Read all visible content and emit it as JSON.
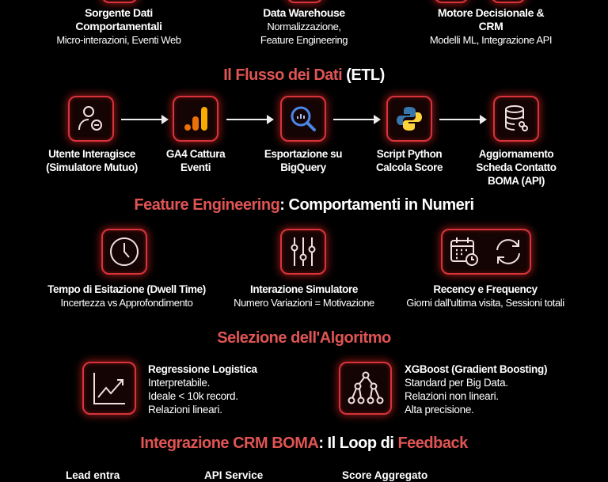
{
  "top": [
    {
      "title": "Sorgente Dati\nComportamentali",
      "title_lines": [
        "Sorgente Dati",
        "Comportamentali"
      ],
      "subtitle": [
        "Micro-interazioni, Eventi Web"
      ]
    },
    {
      "title_lines": [
        "Data Warehouse"
      ],
      "subtitle": [
        "Normalizzazione,",
        "Feature Engineering"
      ]
    },
    {
      "title_lines": [
        "Motore Decisionale &",
        "CRM"
      ],
      "subtitle": [
        "Modelli ML, Integrazione API"
      ]
    }
  ],
  "etl": {
    "title_red": "Il Flusso dei Dati",
    "title_white": "(ETL)",
    "steps": [
      {
        "icon": "user-icon",
        "label": [
          "Utente Interagisce",
          "(Simulatore Mutuo)"
        ]
      },
      {
        "icon": "ga4-analytics-icon",
        "label": [
          "GA4 Cattura",
          "Eventi"
        ]
      },
      {
        "icon": "bigquery-icon",
        "label": [
          "Esportazione su",
          "BigQuery"
        ]
      },
      {
        "icon": "python-icon",
        "label": [
          "Script Python",
          "Calcola Score"
        ]
      },
      {
        "icon": "database-link-icon",
        "label": [
          "Aggiornamento",
          "Scheda Contatto",
          "BOMA (API)"
        ]
      }
    ]
  },
  "features": {
    "title_red": "Feature Engineering",
    "title_white": ": Comportamenti in Numeri",
    "items": [
      {
        "icon": "clock-icon",
        "title": "Tempo di Esitazione (Dwell Time)",
        "subtitle": "Incertezza vs Approfondimento"
      },
      {
        "icon": "sliders-icon",
        "title": "Interazione Simulatore",
        "subtitle": "Numero Variazioni = Motivazione"
      },
      {
        "icon": "calendar-refresh-icon",
        "title": "Recency e Frequency",
        "subtitle": "Giorni dall'ultima visita, Sessioni totali"
      }
    ]
  },
  "algorithms": {
    "title": "Selezione dell'Algoritmo",
    "items": [
      {
        "icon": "trend-chart-icon",
        "title": "Regressione Logistica",
        "lines": [
          "Interpretabile.",
          "Ideale < 10k record.",
          "Relazioni lineari."
        ]
      },
      {
        "icon": "tree-icon",
        "title": "XGBoost (Gradient Boosting)",
        "lines": [
          "Standard per Big Data.",
          "Relazioni non lineari.",
          "Alta precisione."
        ]
      }
    ]
  },
  "crm": {
    "title_red1": "Integrazione CRM BOMA",
    "title_white1": ": Il Loop di ",
    "title_red2": "Feedback",
    "items": [
      "Lead entra",
      "API Service",
      "Score Aggregato"
    ]
  },
  "colors": {
    "accent": "#e05454",
    "border": "#d8333a",
    "background": "#000000"
  }
}
